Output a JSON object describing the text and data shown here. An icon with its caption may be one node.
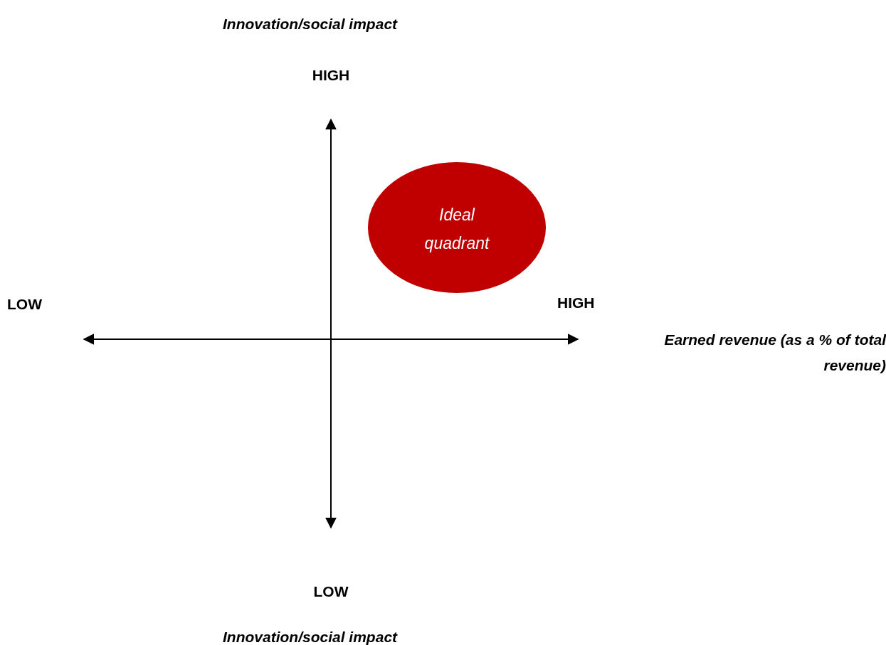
{
  "diagram": {
    "nodes": [
      {
        "text": [
          "Ideal quadrant"
        ]
      }
    ],
    "labels": [
      "Innovation/social impact",
      "HIGH",
      "LOW",
      "HIGH",
      "Earned revenue (as a % of total revenue)",
      "LOW",
      "Innovation/social impact"
    ]
  }
}
